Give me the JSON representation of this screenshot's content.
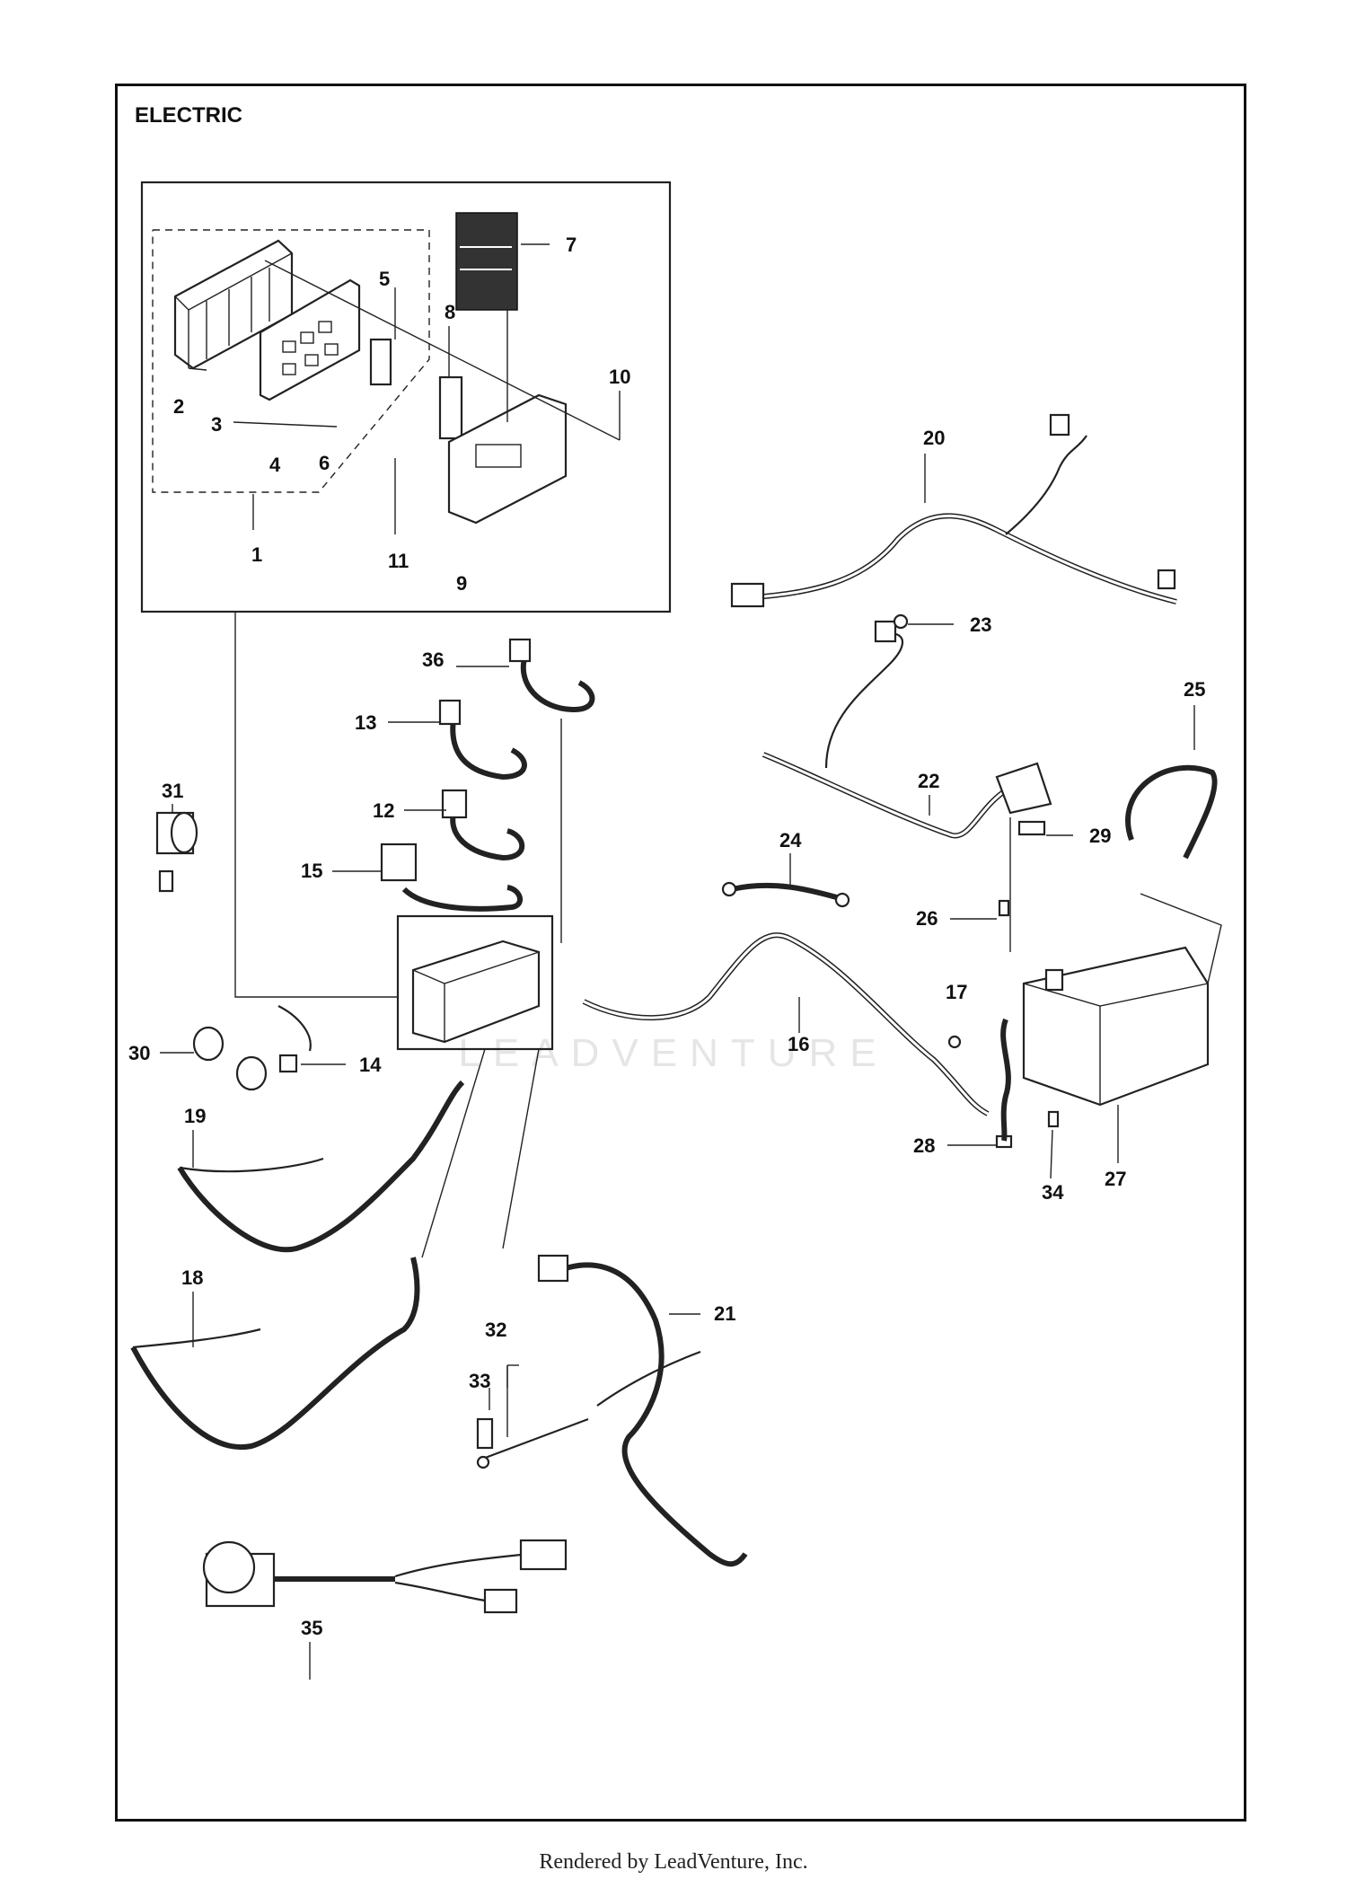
{
  "diagram": {
    "section_title": "ELECTRIC",
    "callouts": [
      "1",
      "2",
      "3",
      "4",
      "5",
      "6",
      "7",
      "8",
      "9",
      "10",
      "11",
      "12",
      "13",
      "14",
      "15",
      "16",
      "17",
      "18",
      "19",
      "20",
      "21",
      "22",
      "23",
      "24",
      "25",
      "26",
      "27",
      "28",
      "29",
      "30",
      "31",
      "32",
      "33",
      "34",
      "35",
      "36"
    ]
  },
  "watermark": {
    "text": "LEADVENTURE"
  },
  "footer": {
    "text": "Rendered by LeadVenture, Inc."
  }
}
